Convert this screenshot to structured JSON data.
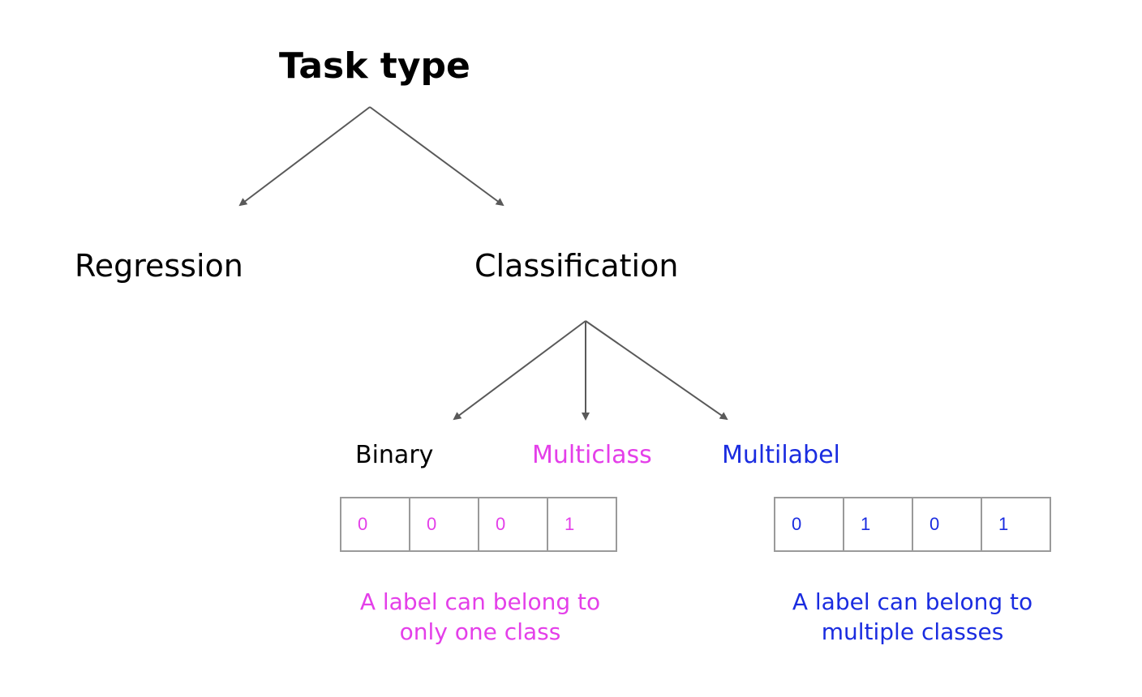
{
  "colors": {
    "magenta": "#e43fe9",
    "blue": "#1a2ce0",
    "arrow": "#595959",
    "cell_border": "#9a9a9a"
  },
  "title": "Task type",
  "level1": {
    "regression": "Regression",
    "classification": "Classification"
  },
  "level2": {
    "binary": "Binary",
    "multiclass": "Multiclass",
    "multilabel": "Multilabel"
  },
  "vectors": {
    "left": [
      "0",
      "0",
      "0",
      "1"
    ],
    "right": [
      "0",
      "1",
      "0",
      "1"
    ]
  },
  "notes": {
    "left_line1": "A label can belong to",
    "left_line2": "only one class",
    "right_line1": "A label can belong to",
    "right_line2": "multiple classes"
  }
}
